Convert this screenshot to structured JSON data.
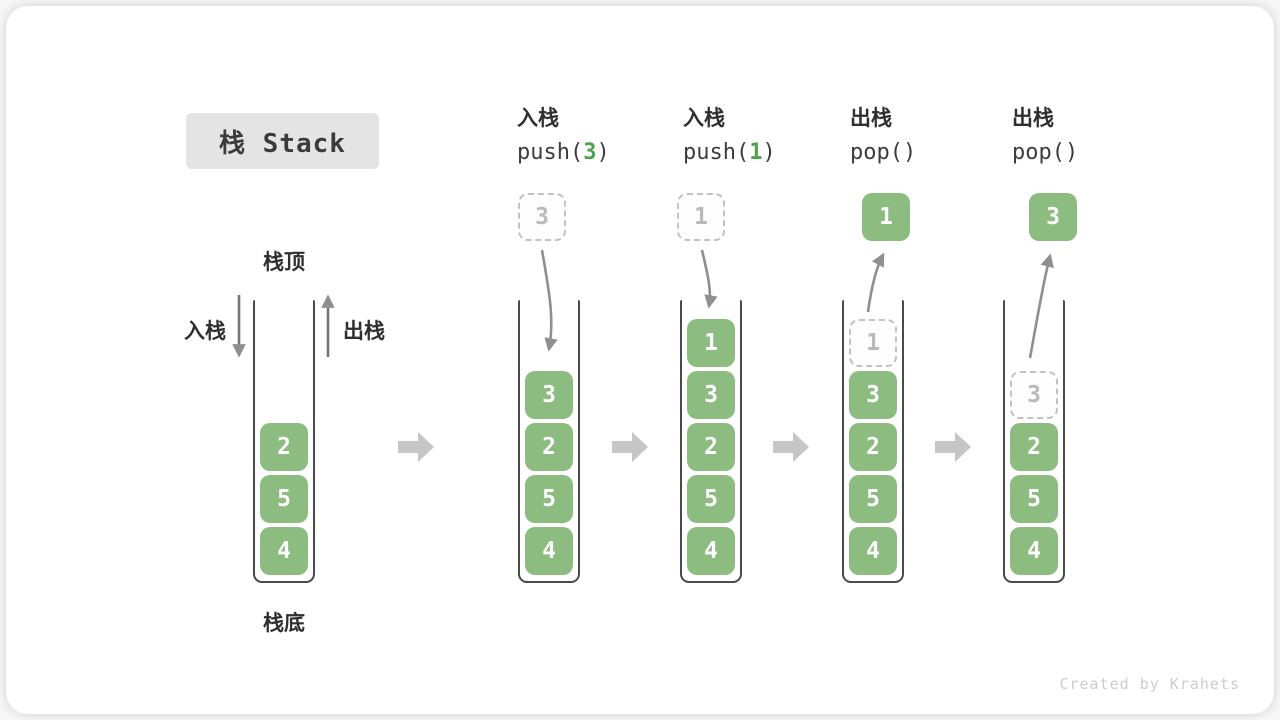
{
  "title": {
    "label": "栈 Stack"
  },
  "legend": {
    "top": "栈顶",
    "bottom": "栈底",
    "push": "入栈",
    "pop": "出栈"
  },
  "operations": [
    {
      "name": "push-3",
      "label": "入栈",
      "code": [
        "push(",
        "3",
        ")"
      ]
    },
    {
      "name": "push-1",
      "label": "入栈",
      "code": [
        "push(",
        "1",
        ")"
      ]
    },
    {
      "name": "pop-1",
      "label": "出栈",
      "code": [
        "pop(",
        "",
        ")"
      ]
    },
    {
      "name": "pop-3",
      "label": "出栈",
      "code": [
        "pop(",
        "",
        ")"
      ]
    }
  ],
  "floating_boxes": [
    {
      "value": "3",
      "style": "dashed"
    },
    {
      "value": "1",
      "style": "dashed"
    },
    {
      "value": "1",
      "style": "solid"
    },
    {
      "value": "3",
      "style": "solid"
    }
  ],
  "stacks": [
    {
      "name": "initial",
      "items_top_to_bottom": [
        "2",
        "5",
        "4"
      ],
      "placeholder": null
    },
    {
      "name": "after-push-3",
      "items_top_to_bottom": [
        "3",
        "2",
        "5",
        "4"
      ],
      "placeholder": null
    },
    {
      "name": "after-push-1",
      "items_top_to_bottom": [
        "1",
        "3",
        "2",
        "5",
        "4"
      ],
      "placeholder": null
    },
    {
      "name": "after-pop-1",
      "items_top_to_bottom": [
        "3",
        "2",
        "5",
        "4"
      ],
      "placeholder": "1"
    },
    {
      "name": "after-pop-3",
      "items_top_to_bottom": [
        "2",
        "5",
        "4"
      ],
      "placeholder": "3"
    }
  ],
  "watermark": "Created by Krahets",
  "colors": {
    "item_green": "#8cbc7f",
    "code_arg_green": "#4ea24e",
    "wall_gray": "#4a4a4a",
    "block_arrow_gray": "#c6c6c6",
    "thin_arrow_gray": "#8f8f8f",
    "dashed_gray": "#c2c2c2",
    "title_bg": "#e4e4e4",
    "watermark_gray": "#cccccc"
  }
}
